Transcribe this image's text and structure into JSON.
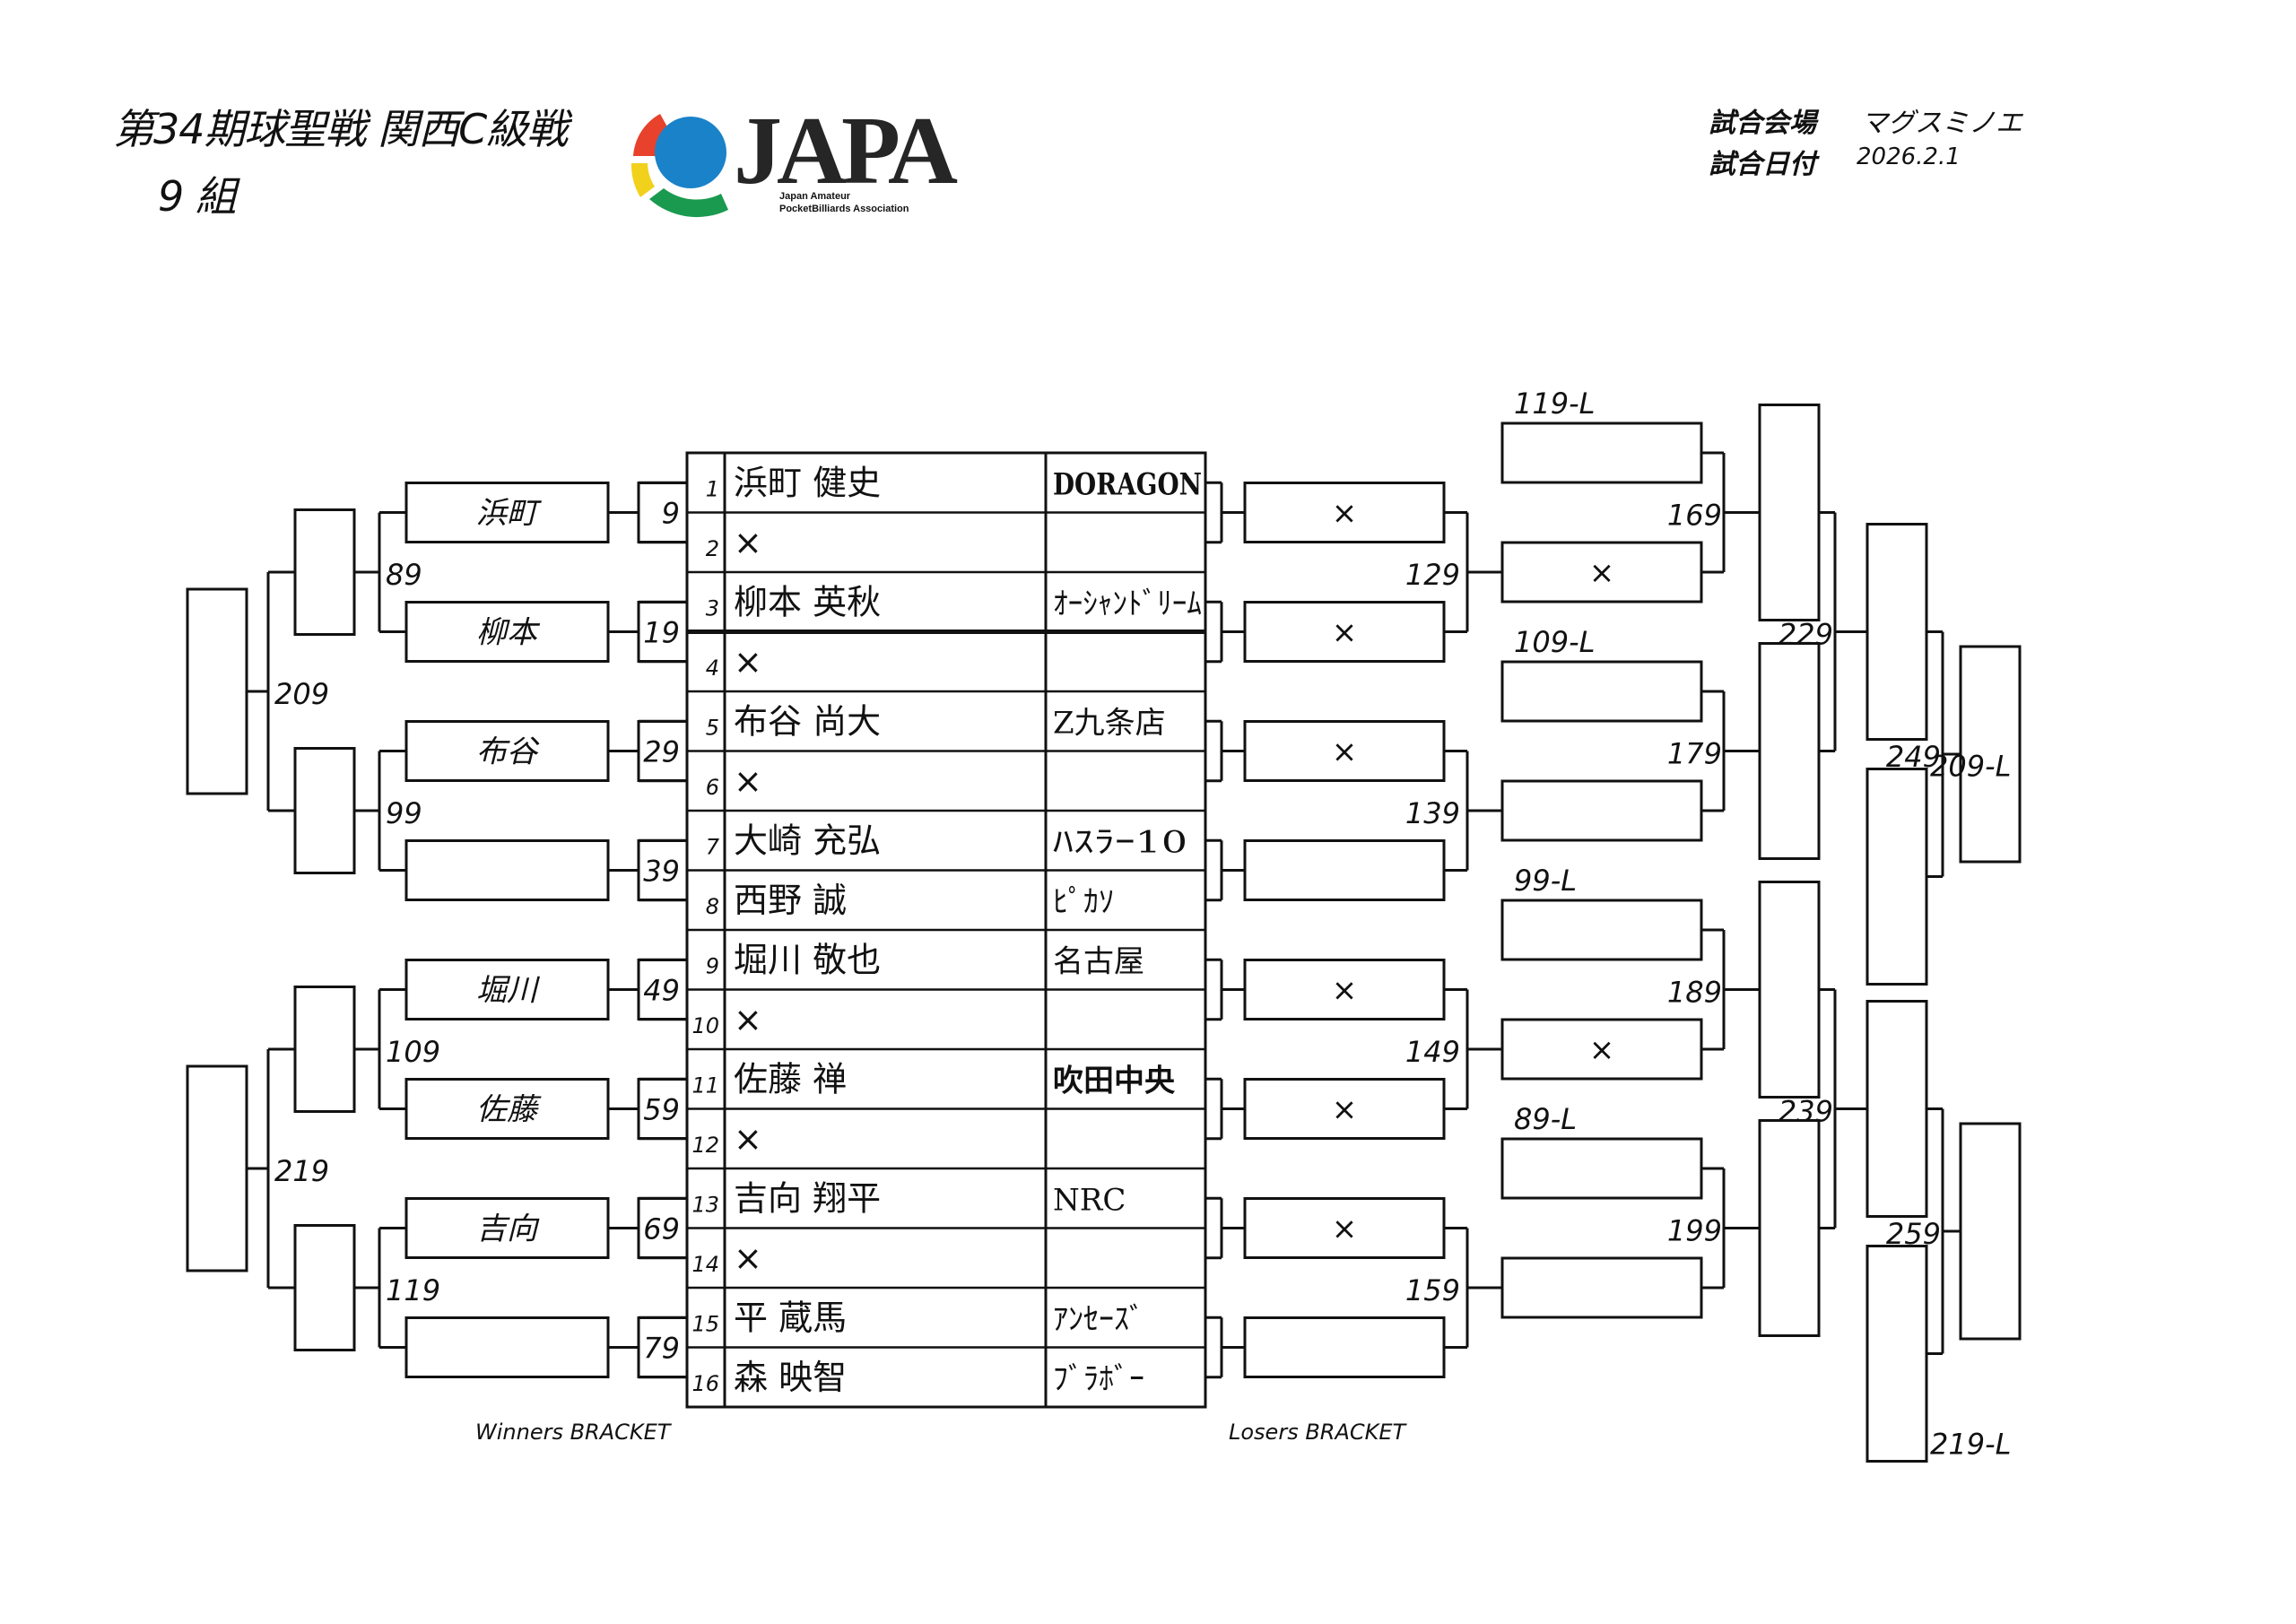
{
  "header": {
    "title": "第34期球聖戦 関西C級戦",
    "group": "9 組",
    "venue_label": "試合会場",
    "venue": "マグスミノエ",
    "date_label": "試合日付",
    "date": "2026.2.1"
  },
  "logo": {
    "wordmark": "JAPA",
    "line1": "Japan Amateur",
    "line2": "PocketBilliards Association"
  },
  "players": [
    {
      "num": "1",
      "name": "浜町 健史",
      "club": "DORAGON"
    },
    {
      "num": "2",
      "name": "×",
      "club": ""
    },
    {
      "num": "3",
      "name": "柳本 英秋",
      "club": "ｵｰｼｬﾝﾄﾞﾘｰﾑ"
    },
    {
      "num": "4",
      "name": "×",
      "club": ""
    },
    {
      "num": "5",
      "name": "布谷 尚大",
      "club": "Z九条店"
    },
    {
      "num": "6",
      "name": "×",
      "club": ""
    },
    {
      "num": "7",
      "name": "大崎 充弘",
      "club": "ﾊｽﾗｰ10"
    },
    {
      "num": "8",
      "name": "西野 誠",
      "club": "ﾋﾟｶｿ"
    },
    {
      "num": "9",
      "name": "堀川 敬也",
      "club": "名古屋"
    },
    {
      "num": "10",
      "name": "×",
      "club": ""
    },
    {
      "num": "11",
      "name": "佐藤 禅",
      "club": "吹田中央"
    },
    {
      "num": "12",
      "name": "×",
      "club": ""
    },
    {
      "num": "13",
      "name": "吉向 翔平",
      "club": "NRC"
    },
    {
      "num": "14",
      "name": "×",
      "club": ""
    },
    {
      "num": "15",
      "name": "平 蔵馬",
      "club": "ｱﾝｾｰｽﾞ"
    },
    {
      "num": "16",
      "name": "森 映智",
      "club": "ﾌﾞﾗﾎﾞｰ"
    }
  ],
  "winners": {
    "r1_winners": [
      "浜町",
      "柳本",
      "布谷",
      "",
      "堀川",
      "佐藤",
      "吉向",
      ""
    ],
    "r1_matches": [
      "9",
      "19",
      "29",
      "39",
      "49",
      "59",
      "69",
      "79"
    ],
    "r2_matches": [
      "89",
      "99",
      "109",
      "119"
    ],
    "r3_matches": [
      "209",
      "219"
    ]
  },
  "losers": {
    "r1_entries": [
      "×",
      "×",
      "×",
      "",
      "×",
      "×",
      "×",
      ""
    ],
    "r2_matches": [
      "129",
      "139",
      "149",
      "159"
    ],
    "drop_labels": [
      "119-L",
      "109-L",
      "99-L",
      "89-L"
    ],
    "r2_entries": [
      "",
      "×",
      "",
      "",
      "",
      "×",
      "",
      ""
    ],
    "r3_matches": [
      "169",
      "179",
      "189",
      "199"
    ],
    "r4_matches": [
      "229",
      "239"
    ],
    "r5_matches": [
      "249",
      "259"
    ],
    "drop_labels_final": [
      "209-L",
      "219-L"
    ]
  },
  "footer": {
    "winners_label": "Winners BRACKET",
    "losers_label": "Losers BRACKET"
  },
  "colors": {
    "ink": "#111111",
    "logo_red": "#e8412c",
    "logo_blue": "#1a82c8",
    "logo_yellow": "#f2d11c",
    "logo_green": "#1a9a4f",
    "logo_dark": "#262626"
  }
}
